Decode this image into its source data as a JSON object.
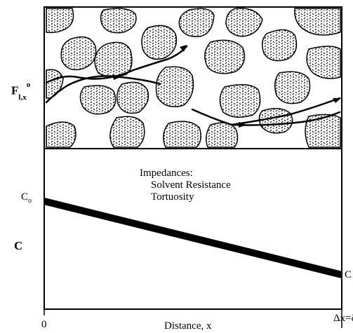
{
  "labels": {
    "flux_symbol": "F",
    "flux_subscript": "l,x",
    "flux_superscript": "o",
    "c_axis": "C",
    "c_start_symbol": "C",
    "c_start_subscript": "o",
    "c_end": "C",
    "origin": "0",
    "x_axis": "Distance,  x",
    "delta": "Δx=δ"
  },
  "impedances": {
    "heading": "Impedances:",
    "items": [
      "Solvent Resistance",
      "Tortuosity"
    ]
  },
  "colors": {
    "line": "#000000",
    "background": "#ffffff"
  }
}
